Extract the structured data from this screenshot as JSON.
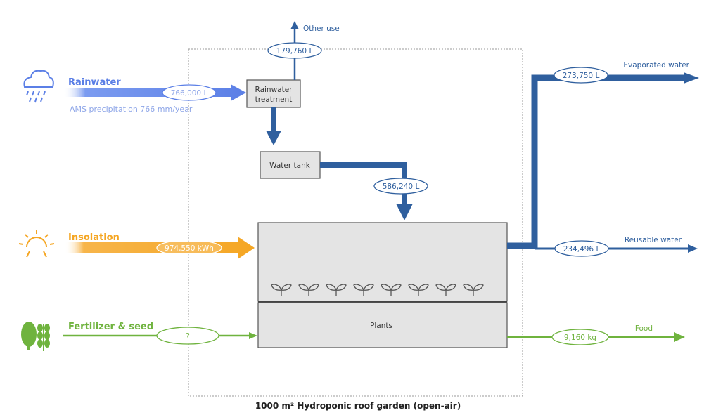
{
  "title": "1000 m² Hydroponic roof garden (open-air)",
  "inputs": {
    "rainwater": {
      "label": "Rainwater",
      "amount": "766,000 L",
      "note": "AMS precipitation 766 mm/year"
    },
    "insolation": {
      "label": "Insolation",
      "amount": "974,550 kWh"
    },
    "fertilizer": {
      "label": "Fertilizer & seed",
      "amount": "?"
    }
  },
  "nodes": {
    "treatment": {
      "line1": "Rainwater",
      "line2": "treatment"
    },
    "tank": {
      "label": "Water tank"
    },
    "plants": {
      "label": "Plants"
    }
  },
  "flows": {
    "other_use": {
      "label": "Other use",
      "amount": "179,760 L"
    },
    "tank_to_garden": {
      "amount": "586,240 L"
    }
  },
  "outputs": {
    "evaporated": {
      "label": "Evaporated water",
      "amount": "273,750 L"
    },
    "reusable": {
      "label": "Reusable water",
      "amount": "234,496 L"
    },
    "food": {
      "label": "Food",
      "amount": "9,160 kg"
    }
  },
  "colors": {
    "rain": "#5b7fe6",
    "rain_text": "#8ea6e8",
    "water": "#2f5f9e",
    "sun": "#f5a623",
    "green": "#6fb33e",
    "box_fill": "#e4e4e4",
    "box_stroke": "#555555"
  },
  "icons": [
    "rain-cloud-icon",
    "sun-icon",
    "seed-icon",
    "wheat-icon",
    "sprout-icon"
  ]
}
